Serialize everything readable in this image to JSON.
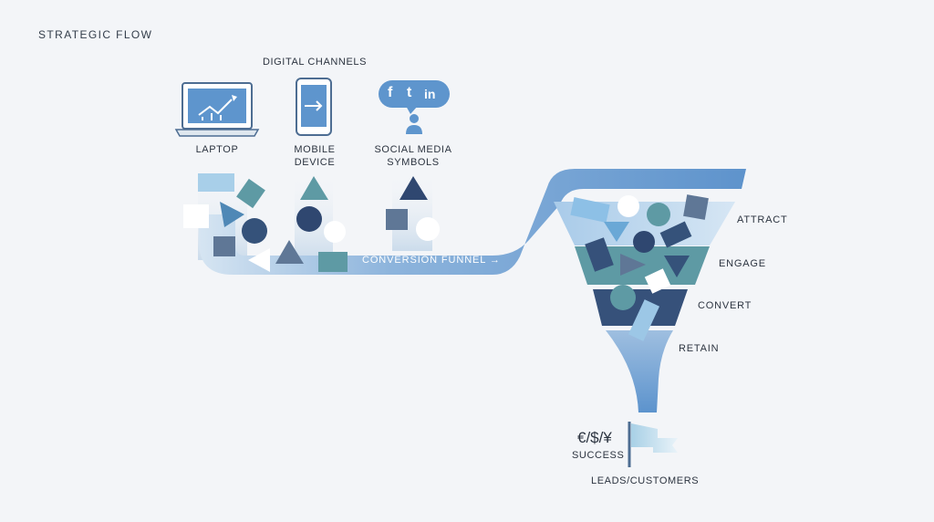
{
  "header": {
    "title": "STRATEGIC FLOW"
  },
  "channels": {
    "heading": "DIGITAL CHANNELS",
    "laptop_label": "LAPTOP",
    "mobile_label_1": "MOBILE",
    "mobile_label_2": "DEVICE",
    "social_label_1": "SOCIAL MEDIA",
    "social_label_2": "SYMBOLS",
    "social_icons": [
      "f",
      "t",
      "in"
    ]
  },
  "pipe": {
    "label": "CONVERSION FUNNEL →"
  },
  "funnel": {
    "stages": [
      "ATTRACT",
      "ENGAGE",
      "CONVERT",
      "RETAIN"
    ]
  },
  "outcome": {
    "currency": "€/$/¥",
    "success_label": "SUCCESS",
    "result_label": "LEADS/CUSTOMERS"
  },
  "colors": {
    "background": "#f3f5f8",
    "pipe_blue": "#6b9bcf",
    "dark_navy": "#3a5578",
    "teal": "#5e9aa4",
    "light_blue": "#9fc7e6",
    "slate": "#5f7796"
  },
  "icons": [
    "laptop-chart-icon",
    "tablet-arrow-icon",
    "social-bubble-icon",
    "user-icon",
    "flag-icon"
  ]
}
